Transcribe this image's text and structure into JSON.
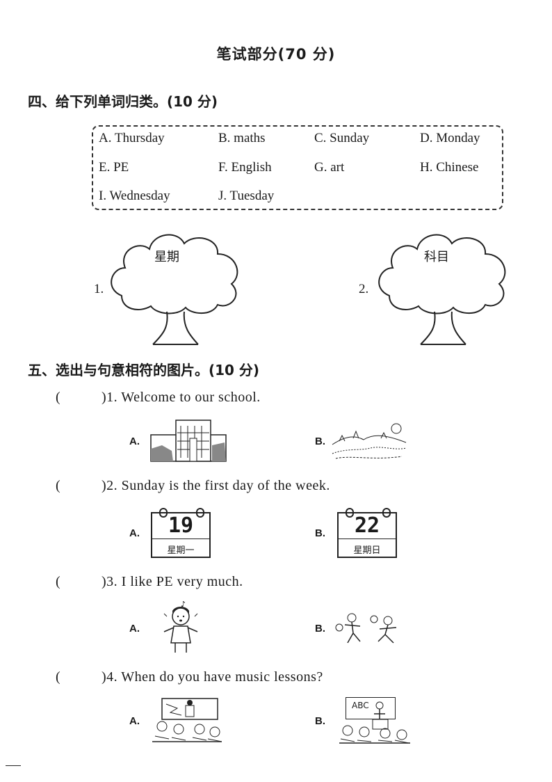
{
  "title": "笔试部分(70 分)",
  "section4": {
    "heading": "四、给下列单词归类。(10 分)",
    "words": [
      "A. Thursday",
      "B. maths",
      "C. Sunday",
      "D. Monday",
      "E. PE",
      "F. English",
      "G. art",
      "H. Chinese",
      "I. Wednesday",
      "J. Tuesday"
    ],
    "trees": [
      {
        "number": "1.",
        "label": "星期"
      },
      {
        "number": "2.",
        "label": "科目"
      }
    ]
  },
  "section5": {
    "heading": "五、选出与句意相符的图片。(10 分)",
    "paren_open": "(",
    "questions": [
      {
        "text": ")1. Welcome to our school.",
        "optA": "A.",
        "optB": "B."
      },
      {
        "text": ")2. Sunday is the first day of the week.",
        "optA": "A.",
        "optB": "B.",
        "calendarA": {
          "number": "19",
          "day": "星期一"
        },
        "calendarB": {
          "number": "22",
          "day": "星期日"
        }
      },
      {
        "text": ")3. I like PE very much.",
        "optA": "A.",
        "optB": "B."
      },
      {
        "text": ")4. When do you have music lessons?",
        "optA": "A.",
        "optB": "B.",
        "boardB": "ABC"
      }
    ]
  }
}
